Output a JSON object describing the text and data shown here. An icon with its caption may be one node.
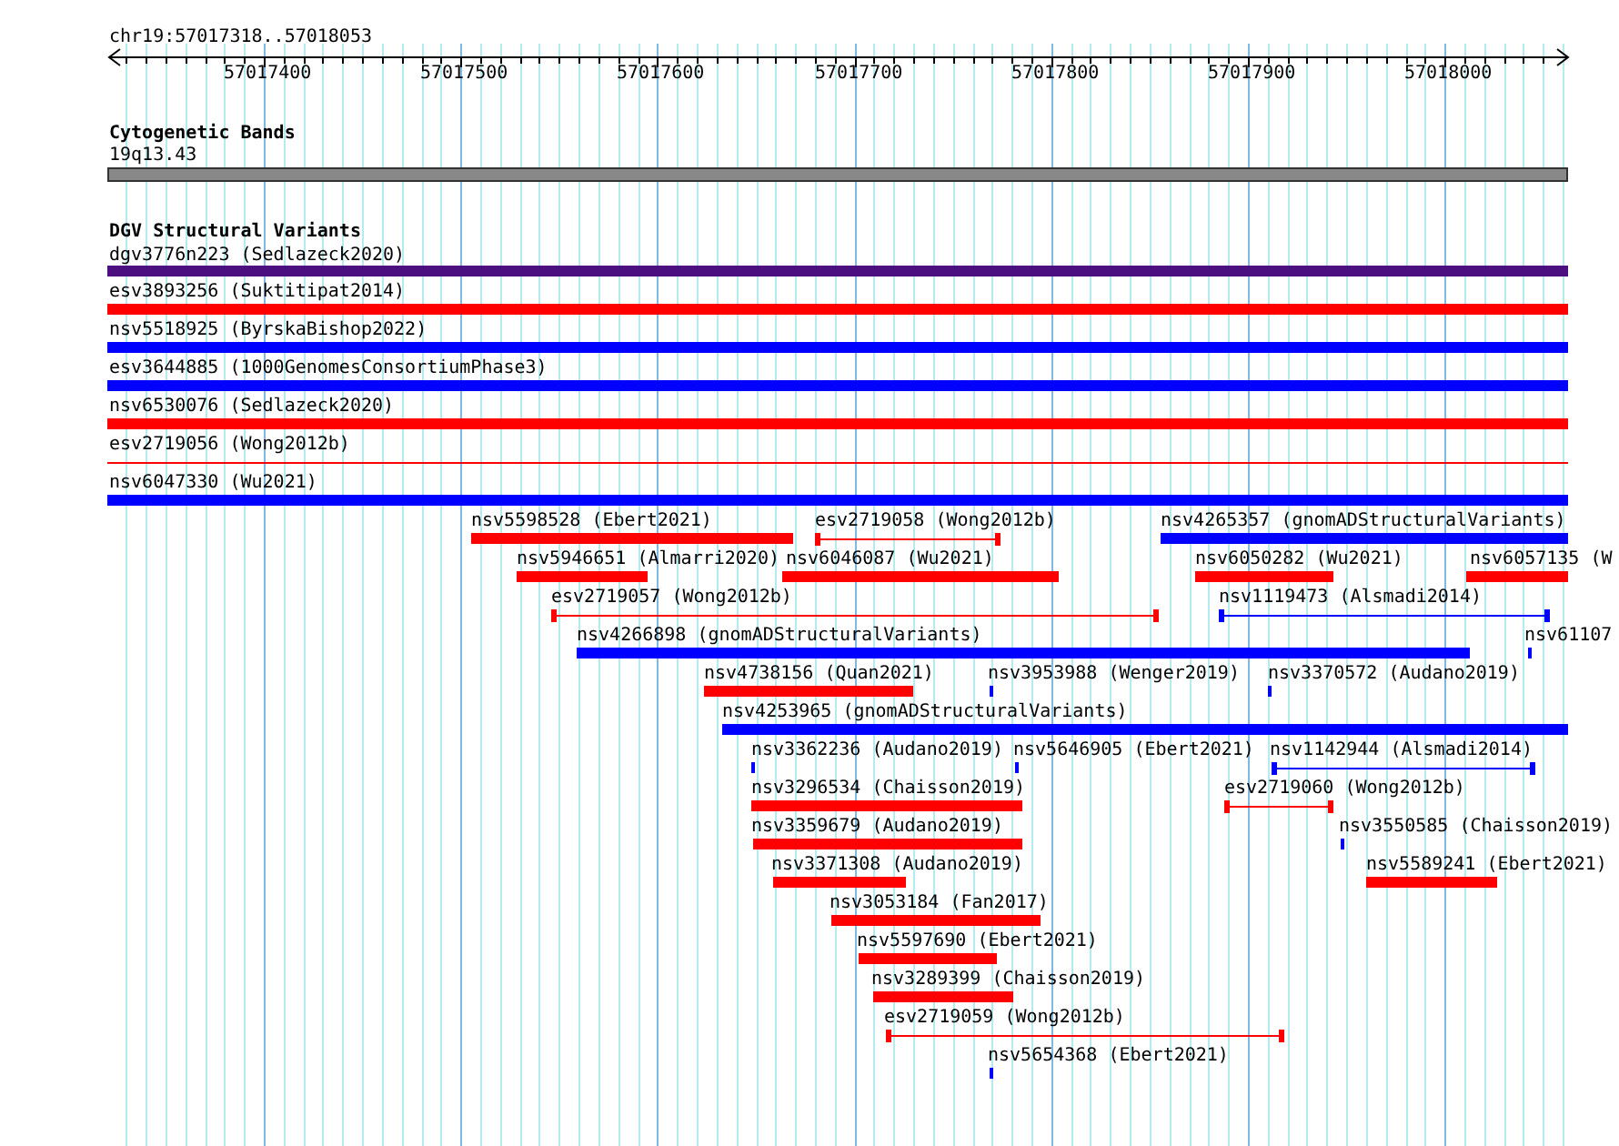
{
  "diagram": {
    "nodes": [
      {
        "text": [
          "19q13.43"
        ]
      },
      {
        "text": [
          "dgv3776n223 (Sedlazeck2020)"
        ]
      },
      {
        "text": [
          "esv3893256 (Suktitipat2014)"
        ]
      },
      {
        "text": [
          "nsv5518925 (ByrskaBishop2022)"
        ]
      },
      {
        "text": [
          "esv3644885 (1000GenomesConsortiumPhase3)"
        ]
      },
      {
        "text": [
          "nsv6530076 (Sedlazeck2020)"
        ]
      },
      {
        "text": [
          "esv2719056 (Wong2012b)"
        ]
      },
      {
        "text": [
          "nsv6047330 (Wu2021)"
        ]
      },
      {
        "text": [
          "nsv5598528 (Ebert2021)"
        ]
      },
      {
        "text": [
          "esv2719058 (Wong2012b)"
        ]
      },
      {
        "text": [
          "nsv4265357 (gnomADStructuralVariants)"
        ]
      },
      {
        "text": [
          "nsv5946651 (Almarri2020)"
        ]
      },
      {
        "text": [
          "nsv6046087 (Wu2021)"
        ]
      },
      {
        "text": [
          "nsv6050282 (Wu2021)"
        ]
      },
      {
        "text": [
          "nsv6057135 (W"
        ]
      },
      {
        "text": [
          "esv2719057 (Wong2012b)"
        ]
      },
      {
        "text": [
          "nsv1119473 (Alsmadi2014)"
        ]
      },
      {
        "text": [
          "nsv4266898 (gnomADStructuralVariants)"
        ]
      },
      {
        "text": [
          "nsv61107"
        ]
      },
      {
        "text": [
          "nsv4738156 (Quan2021)"
        ]
      },
      {
        "text": [
          "nsv3953988 (Wenger2019)"
        ]
      },
      {
        "text": [
          "nsv3370572 (Audano2019)"
        ]
      },
      {
        "text": [
          "nsv4253965 (gnomADStructuralVariants)"
        ]
      },
      {
        "text": [
          "nsv3362236 (Audano2019)"
        ]
      },
      {
        "text": [
          "nsv5646905 (Ebert2021)"
        ]
      },
      {
        "text": [
          "nsv1142944 (Alsmadi2014)"
        ]
      },
      {
        "text": [
          "nsv3296534 (Chaisson2019)"
        ]
      },
      {
        "text": [
          "esv2719060 (Wong2012b)"
        ]
      },
      {
        "text": [
          "nsv3359679 (Audano2019)"
        ]
      },
      {
        "text": [
          "nsv3550585 (Chaisson2019)"
        ]
      },
      {
        "text": [
          "nsv3371308 (Audano2019)"
        ]
      },
      {
        "text": [
          "nsv5589241 (Ebert2021)"
        ]
      },
      {
        "text": [
          "nsv3053184 (Fan2017)"
        ]
      },
      {
        "text": [
          "nsv5597690 (Ebert2021)"
        ]
      },
      {
        "text": [
          "nsv3289399 (Chaisson2019)"
        ]
      },
      {
        "text": [
          "esv2719059 (Wong2012b)"
        ]
      },
      {
        "text": [
          "nsv5654368 (Ebert2021)"
        ]
      }
    ],
    "labels": [
      "chr19:57017318..57018053",
      "57017400",
      "57017500",
      "57017600",
      "57017700",
      "57017800",
      "57017900",
      "57018000",
      "Cytogenetic Bands",
      "DGV Structural Variants"
    ]
  }
}
